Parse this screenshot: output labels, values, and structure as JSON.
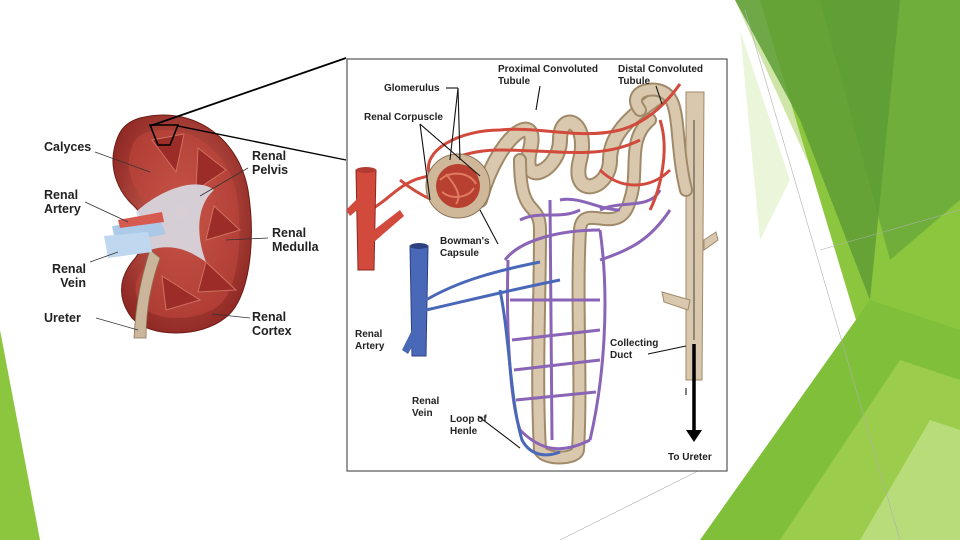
{
  "kidney": {
    "labels": {
      "calyces": "Calyces",
      "renal_artery": "Renal\nArtery",
      "renal_vein": "Renal\nVein",
      "ureter": "Ureter",
      "renal_pelvis": "Renal\nPelvis",
      "renal_medulla": "Renal\nMedulla",
      "renal_cortex": "Renal\nCortex"
    }
  },
  "nephron": {
    "labels": {
      "glomerulus": "Glomerulus",
      "renal_corpuscle": "Renal Corpuscle",
      "proximal_tubule": "Proximal Convoluted\nTubule",
      "distal_tubule": "Distal Convoluted\nTubule",
      "bowmans_capsule": "Bowman's\nCapsule",
      "renal_artery": "Renal\nArtery",
      "renal_vein": "Renal\nVein",
      "loop_of_henle": "Loop of\nHenle",
      "collecting_duct": "Collecting\nDuct",
      "to_ureter": "To Ureter"
    }
  },
  "colors": {
    "slide_green_light": "#cfe6a8",
    "slide_green": "#8cc63f",
    "slide_green_dark": "#4e9a2f",
    "kidney_red": "#a8302c",
    "artery_red": "#d24a3c",
    "vein_blue": "#4a68b8",
    "capillary_purple": "#8a64b6",
    "tubule_tan": "#d9c8ad"
  }
}
